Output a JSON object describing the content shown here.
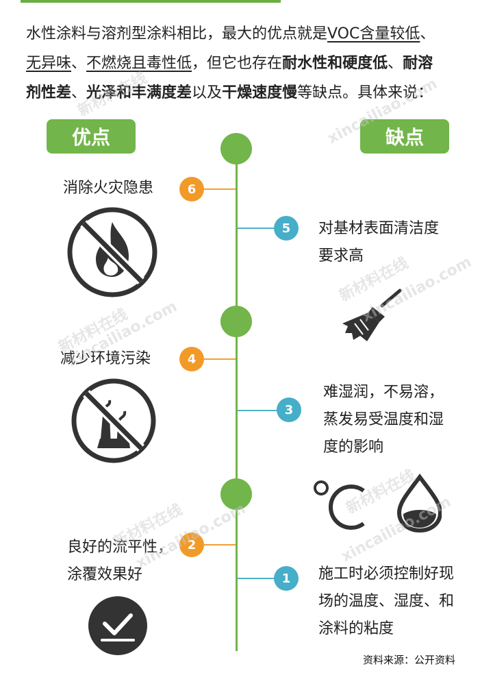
{
  "intro": {
    "line1_a": "水性涂料与溶剂型涂料相比，最大的优点就是",
    "line1_u": "VOC含量较低",
    "line1_b": "、",
    "line2_u1": "无异味",
    "line2_a": "、",
    "line2_u2": "不燃烧且毒性低",
    "line2_b": "，但它也存在",
    "line2_bold1": "耐水性和硬度低",
    "line2_c": "、",
    "line2_bold2": "耐溶",
    "line3_bold2": "剂性差",
    "line3_a": "、",
    "line3_bold3": "光泽和丰满度差",
    "line3_b": "以及",
    "line3_bold4": "干燥速度慢",
    "line3_c": "等缺点。具体来说："
  },
  "headers": {
    "pros": "优点",
    "cons": "缺点"
  },
  "items": [
    {
      "num": "6",
      "side": "pros",
      "lines": [
        "消除火灾隐患"
      ],
      "icon": "no-fire-icon"
    },
    {
      "num": "5",
      "side": "cons",
      "lines": [
        "对基材表面清洁度",
        "要求高"
      ],
      "icon": "broom-icon"
    },
    {
      "num": "4",
      "side": "pros",
      "lines": [
        "减少环境污染"
      ],
      "icon": "no-pollution-icon"
    },
    {
      "num": "3",
      "side": "cons",
      "lines": [
        "难湿润，不易溶，",
        "蒸发易受温度和湿",
        "度的影响"
      ],
      "icon": "temperature-humidity-icon"
    },
    {
      "num": "2",
      "side": "pros",
      "lines": [
        "良好的流平性，",
        "涂覆效果好"
      ],
      "icon": "checkmark-icon"
    },
    {
      "num": "1",
      "side": "cons",
      "lines": [
        "施工时必须控制好现",
        "场的温度、湿度、和",
        "涂料的粘度"
      ],
      "icon": ""
    }
  ],
  "watermark": {
    "cn": "新材料在线",
    "en": "xincailiao.com"
  },
  "source": "资料来源：公开资料",
  "colors": {
    "green": "#72b54a",
    "orange": "#f29a28",
    "blue": "#46aec8",
    "icon_dark": "#333333"
  }
}
